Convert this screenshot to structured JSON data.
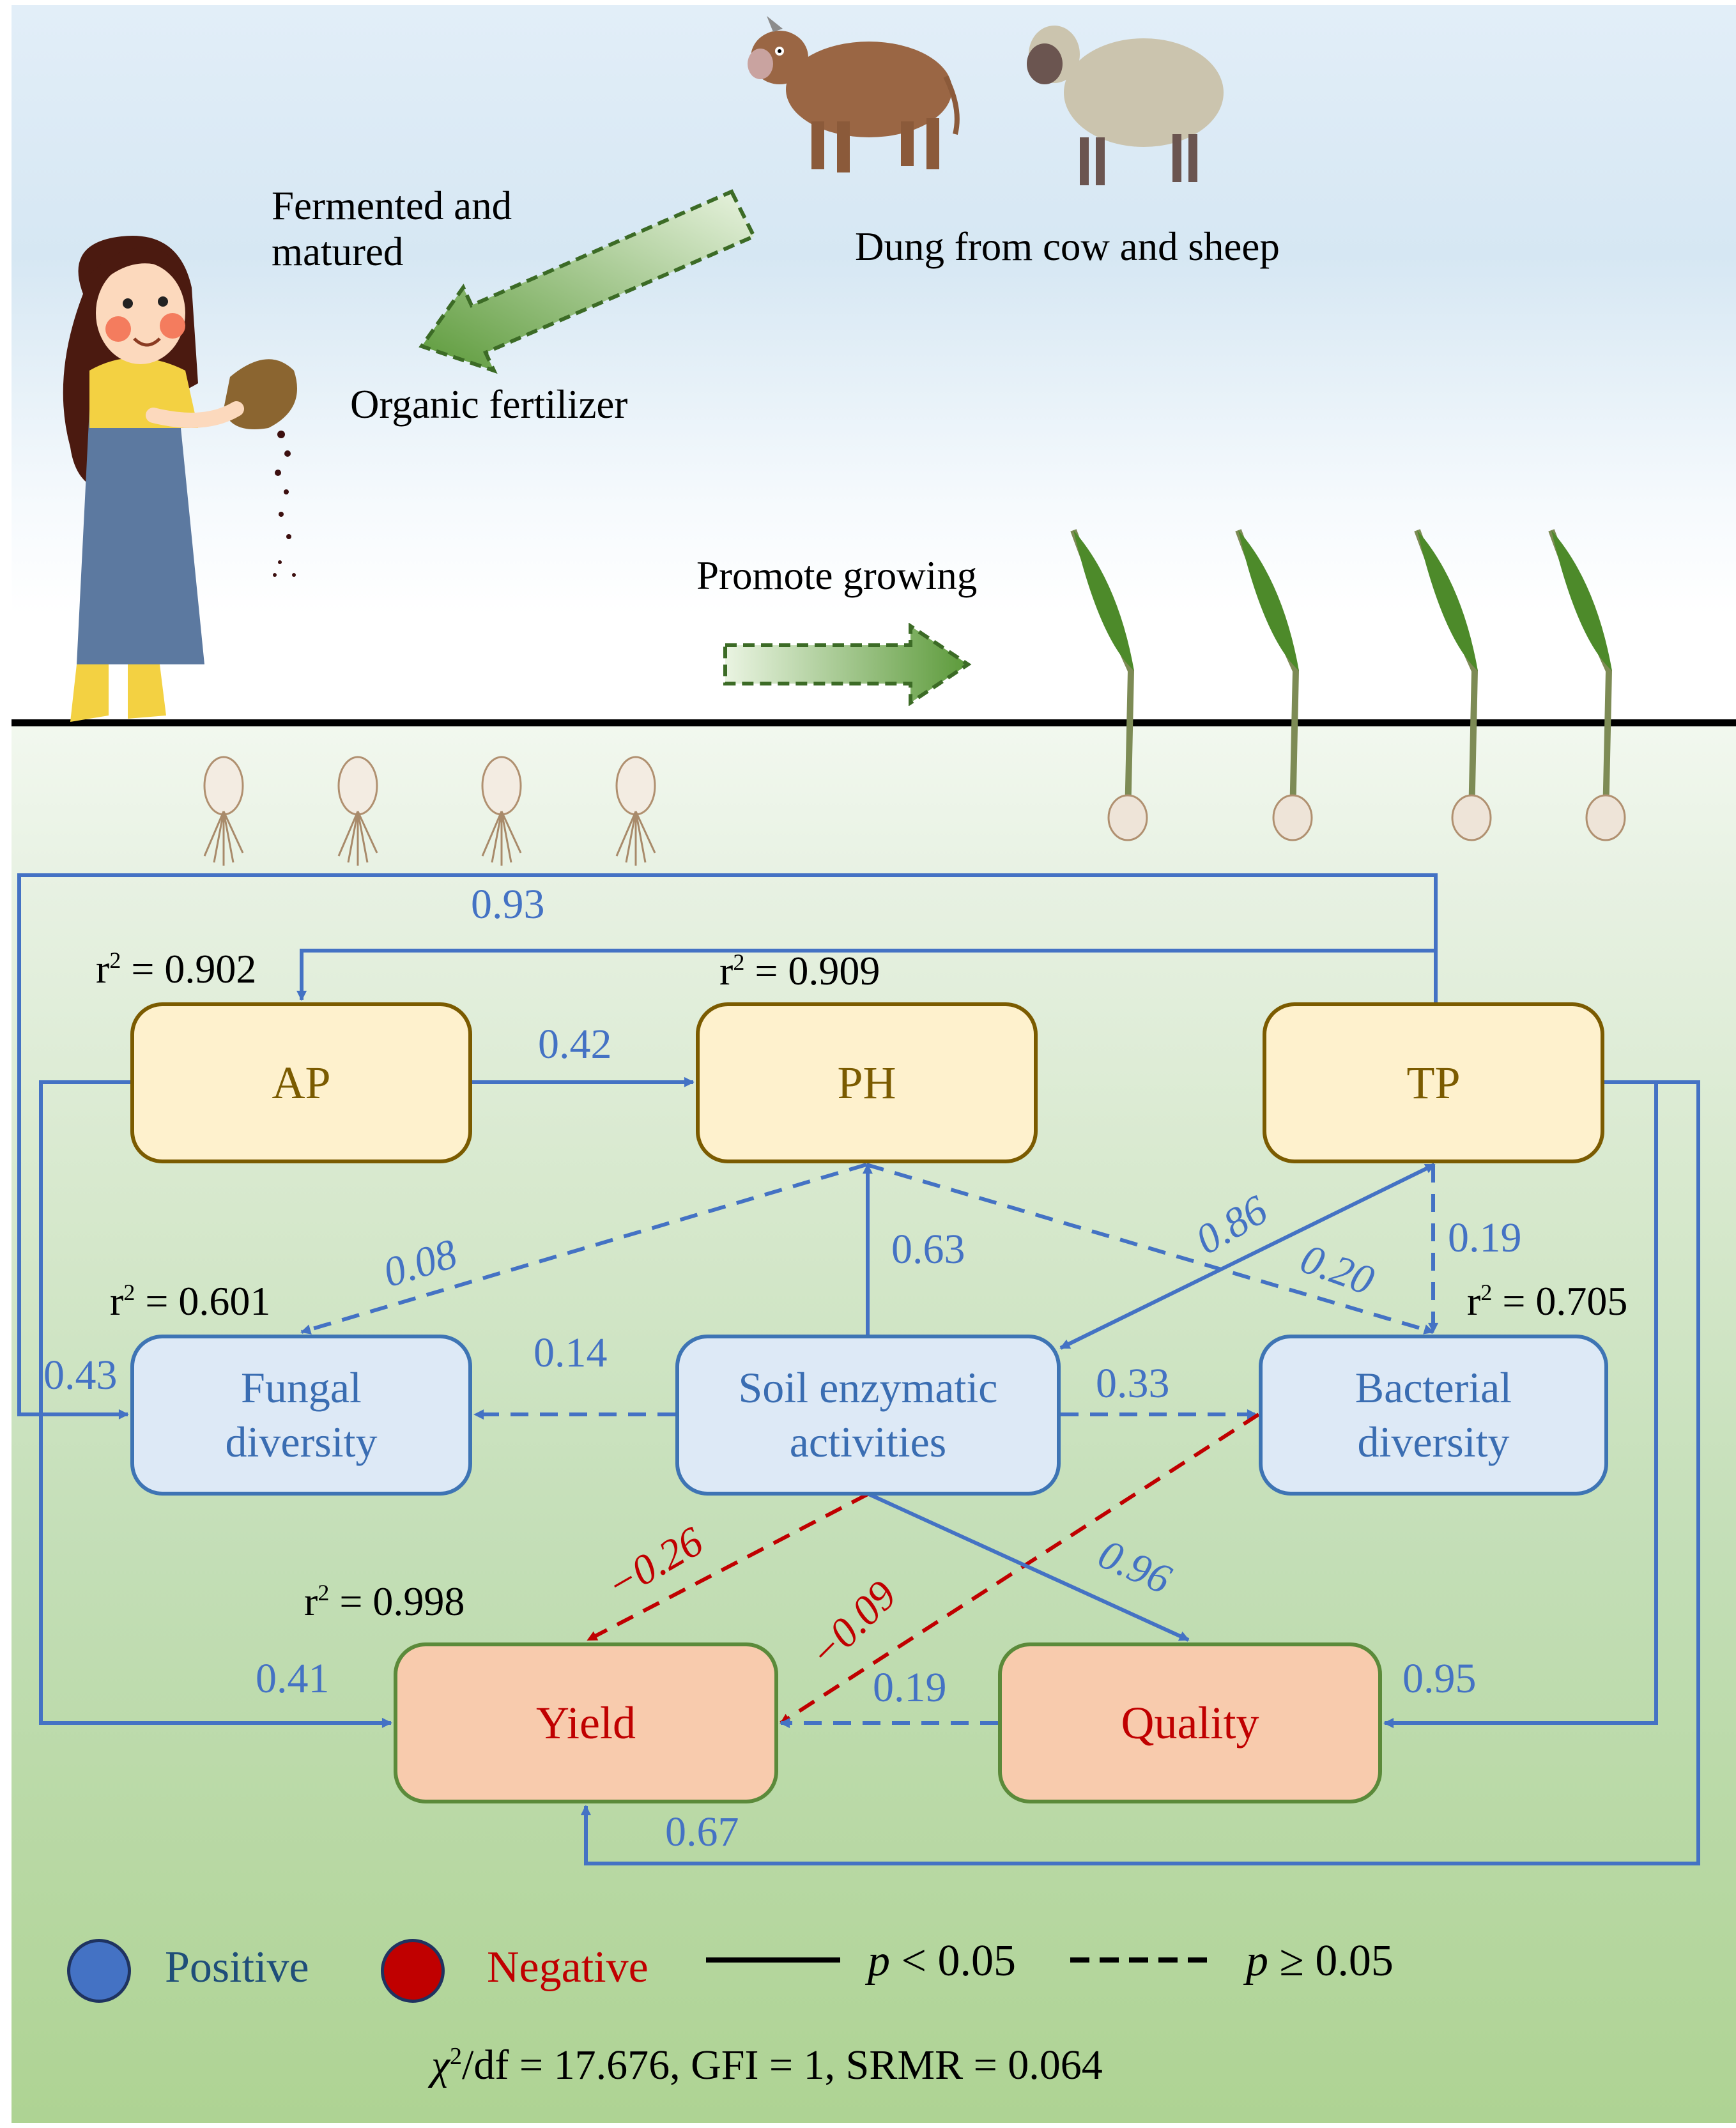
{
  "illustration": {
    "top_labels": {
      "fermented": [
        "Fermented and",
        "matured"
      ],
      "dung": "Dung from cow and sheep",
      "organic_fertilizer": "Organic fertilizer",
      "promote": "Promote growing"
    },
    "seedlings_left_count": 4,
    "plants_right_count": 4
  },
  "diagram": {
    "nodes": {
      "ap": {
        "label": "AP",
        "r2": "0.902"
      },
      "ph": {
        "label": "PH",
        "r2": "0.909"
      },
      "tp": {
        "label": "TP"
      },
      "fungal": {
        "label_lines": [
          "Fungal",
          "diversity"
        ],
        "r2": "0.601"
      },
      "soil": {
        "label_lines": [
          "Soil enzymatic",
          "activities"
        ]
      },
      "bacterial": {
        "label_lines": [
          "Bacterial",
          "diversity"
        ],
        "r2": "0.705"
      },
      "yield": {
        "label": "Yield",
        "r2": "0.998"
      },
      "quality": {
        "label": "Quality"
      }
    },
    "r2_prefix": "r",
    "r2_sup": "2",
    "r2_eq": " = ",
    "paths": [
      {
        "from": "TP",
        "to": "AP",
        "coef": "0.93",
        "sign": "positive",
        "significant": true
      },
      {
        "from": "AP",
        "to": "PH",
        "coef": "0.42",
        "sign": "positive",
        "significant": true
      },
      {
        "from": "PH",
        "to": "Fungal diversity",
        "coef": "0.08",
        "sign": "positive",
        "significant": false
      },
      {
        "from": "Soil enzymatic activities",
        "to": "PH",
        "coef": "0.63",
        "sign": "positive",
        "significant": true
      },
      {
        "from": "Soil enzymatic activities",
        "to": "TP",
        "coef": "0.86",
        "sign": "positive",
        "significant": true,
        "bidirectional": true
      },
      {
        "from": "PH",
        "to": "Bacterial diversity",
        "coef": "0.20",
        "sign": "positive",
        "significant": false
      },
      {
        "from": "TP",
        "to": "Bacterial diversity",
        "coef": "0.19",
        "sign": "positive",
        "significant": false
      },
      {
        "from": "TP",
        "to": "Fungal diversity",
        "coef": "0.43",
        "sign": "positive",
        "significant": true
      },
      {
        "from": "Soil enzymatic activities",
        "to": "Fungal diversity",
        "coef": "0.14",
        "sign": "positive",
        "significant": false
      },
      {
        "from": "Soil enzymatic activities",
        "to": "Bacterial diversity",
        "coef": "0.33",
        "sign": "positive",
        "significant": false
      },
      {
        "from": "Soil enzymatic activities",
        "to": "Yield",
        "coef": "−0.26",
        "sign": "negative",
        "significant": false
      },
      {
        "from": "Bacterial diversity",
        "to": "Yield",
        "coef": "−0.09",
        "sign": "negative",
        "significant": false
      },
      {
        "from": "Soil enzymatic activities",
        "to": "Quality",
        "coef": "0.96",
        "sign": "positive",
        "significant": true
      },
      {
        "from": "AP",
        "to": "Yield",
        "coef": "0.41",
        "sign": "positive",
        "significant": true
      },
      {
        "from": "Quality",
        "to": "Yield",
        "coef": "0.19",
        "sign": "positive",
        "significant": false
      },
      {
        "from": "TP",
        "to": "Quality",
        "coef": "0.95",
        "sign": "positive",
        "significant": true
      },
      {
        "from": "TP",
        "to": "Yield",
        "coef": "0.67",
        "sign": "positive",
        "significant": true
      }
    ]
  },
  "legend": {
    "positive": {
      "label": "Positive",
      "color": "#4472c4"
    },
    "negative": {
      "label": "Negative",
      "color": "#c00000"
    },
    "solid": {
      "p": "p",
      "text": " < 0.05"
    },
    "dashed": {
      "p": "p",
      "text": " ≥ 0.05"
    }
  },
  "fit_stats": {
    "chi": "χ",
    "chi_sup": "2",
    "rest": "/df = 17.676, GFI = 1, SRMR = 0.064"
  },
  "colors": {
    "positive": "#4472c4",
    "negative": "#c00000",
    "soil_prop_fill": "#fef1cd",
    "soil_prop_stroke": "#7b5b00",
    "micro_fill": "#dde9f6",
    "micro_stroke": "#3e74b4",
    "outcome_fill": "#f8cbad",
    "outcome_stroke": "#5b8a3a"
  }
}
